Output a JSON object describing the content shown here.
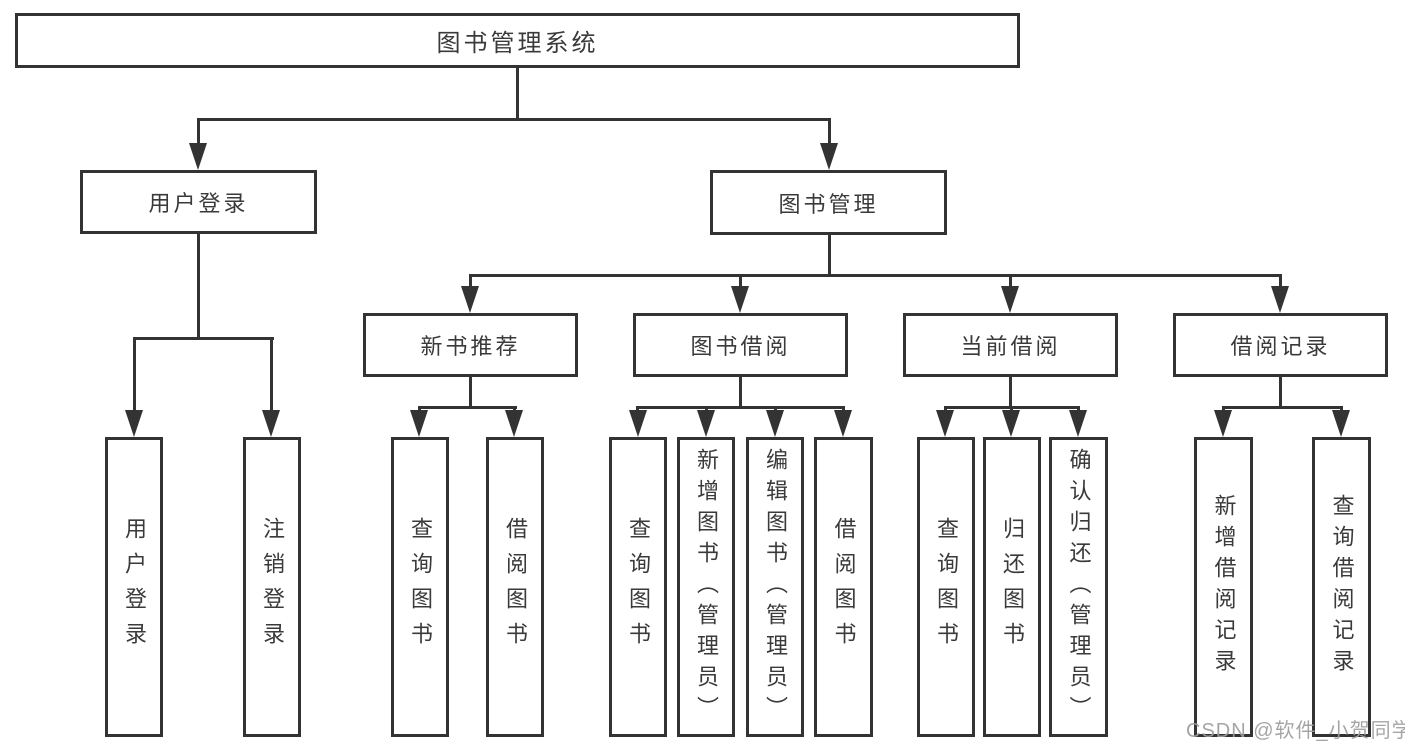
{
  "tree": {
    "label": "图书管理系统",
    "children": [
      {
        "label": "用户登录",
        "children": [
          {
            "label": "用户登录"
          },
          {
            "label": "注销登录"
          }
        ]
      },
      {
        "label": "图书管理",
        "children": [
          {
            "label": "新书推荐",
            "children": [
              {
                "label": "查询图书"
              },
              {
                "label": "借阅图书"
              }
            ]
          },
          {
            "label": "图书借阅",
            "children": [
              {
                "label": "查询图书"
              },
              {
                "label": "新增图书（管理员）"
              },
              {
                "label": "编辑图书（管理员）"
              },
              {
                "label": "借阅图书"
              }
            ]
          },
          {
            "label": "当前借阅",
            "children": [
              {
                "label": "查询图书"
              },
              {
                "label": "归还图书"
              },
              {
                "label": "确认归还（管理员）"
              }
            ]
          },
          {
            "label": "借阅记录",
            "children": [
              {
                "label": "新增借阅记录"
              },
              {
                "label": "查询借阅记录"
              }
            ]
          }
        ]
      }
    ]
  },
  "watermark": {
    "text": "CSDN @软件_小贺同学"
  },
  "colors": {
    "line": "#333333",
    "text": "#3a3a3a",
    "background": "#ffffff",
    "watermark": "#9e9e9e"
  }
}
